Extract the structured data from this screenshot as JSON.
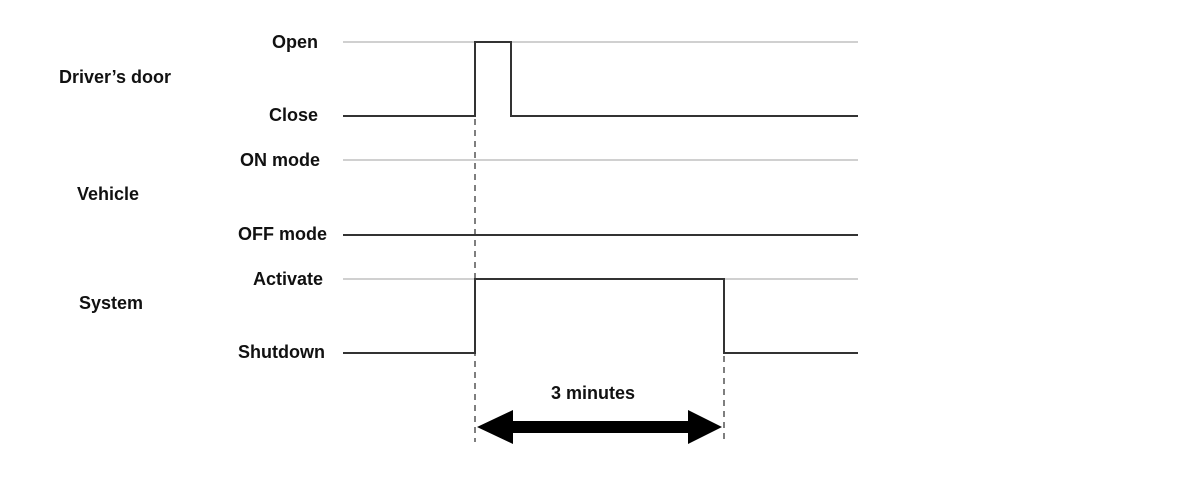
{
  "groups": {
    "driver_door": {
      "title": "Driver’s door",
      "high_label": "Open",
      "low_label": "Close"
    },
    "vehicle": {
      "title": "Vehicle",
      "high_label": "ON mode",
      "low_label": "OFF mode"
    },
    "system": {
      "title": "System",
      "high_label": "Activate",
      "low_label": "Shutdown"
    }
  },
  "duration": {
    "label": "3 minutes"
  },
  "colors": {
    "signal": "#333333",
    "guide": "#d0d0d0",
    "arrow": "#000000"
  }
}
